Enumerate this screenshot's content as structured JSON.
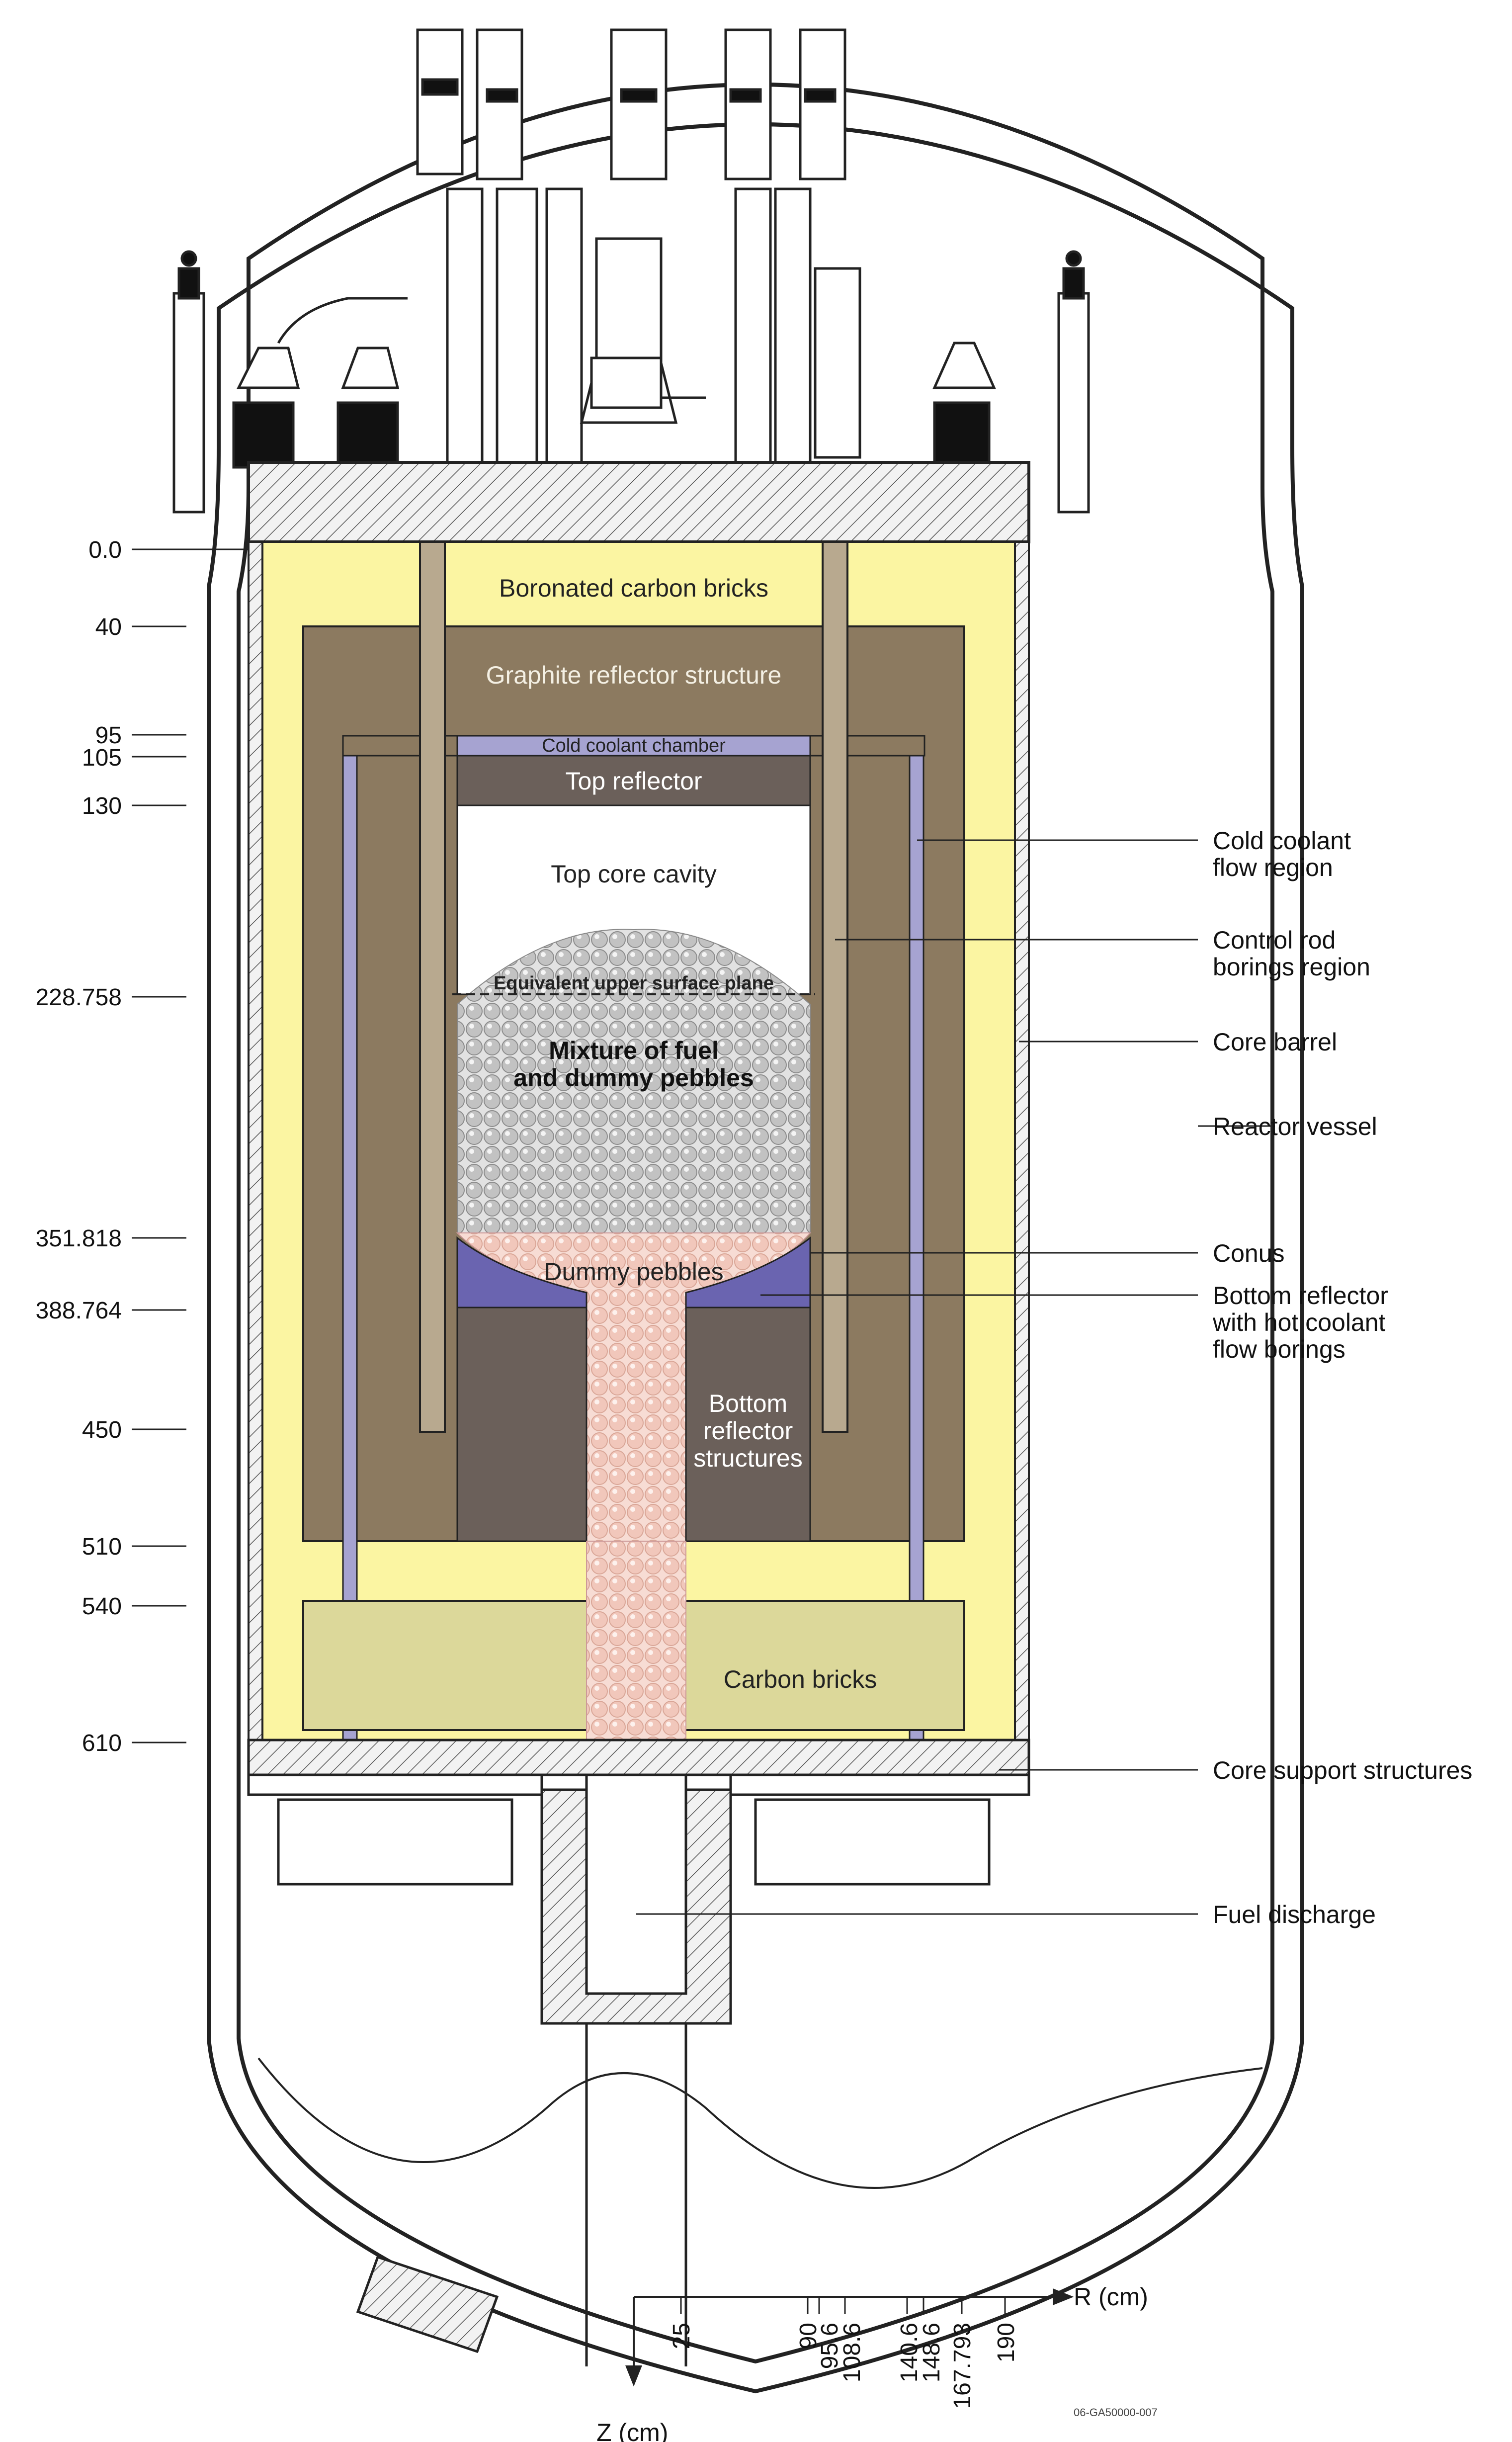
{
  "z_axis": {
    "label": "Z (cm)",
    "ticks": [
      "0.0",
      "40",
      "95",
      "105",
      "130",
      "228.758",
      "351.818",
      "388.764",
      "450",
      "510",
      "540",
      "610"
    ]
  },
  "r_axis": {
    "label": "R (cm)",
    "ticks": [
      "25",
      "90",
      "95.6",
      "108.6",
      "140.6",
      "148.6",
      "167.793",
      "190"
    ]
  },
  "regions": {
    "boronated": "Boronated carbon bricks",
    "graphite": "Graphite reflector structure",
    "cold_chamber": "Cold coolant chamber",
    "top_reflector": "Top reflector",
    "top_cavity": "Top core cavity",
    "upper_plane": "Equivalent upper surface plane",
    "mixture_line1": "Mixture of fuel",
    "mixture_line2": "and dummy pebbles",
    "dummy": "Dummy pebbles",
    "bottom_refl_1": "Bottom",
    "bottom_refl_2": "reflector",
    "bottom_refl_3": "structures",
    "carbon": "Carbon bricks"
  },
  "callouts": {
    "cold_flow_1": "Cold coolant",
    "cold_flow_2": "flow region",
    "control_rod_1": "Control rod",
    "control_rod_2": "borings region",
    "core_barrel": "Core barrel",
    "reactor_vessel": "Reactor vessel",
    "conus": "Conus",
    "bottom_refl_1": "Bottom reflector",
    "bottom_refl_2": "with hot coolant",
    "bottom_refl_3": "flow borings",
    "core_support": "Core support structures",
    "fuel_discharge": "Fuel discharge"
  },
  "drawing_id": "06-GA50000-007",
  "colors": {
    "boronated": "#fbf5a2",
    "graphite": "#8c7a60",
    "bottom_reflector": "#6b605a",
    "cold_channel": "#a6a3d1",
    "conus_blue": "#6a64b0",
    "dummy": "#f5d2c8",
    "pebble": "#c6c6c6",
    "carbon": "#dcd89a"
  }
}
